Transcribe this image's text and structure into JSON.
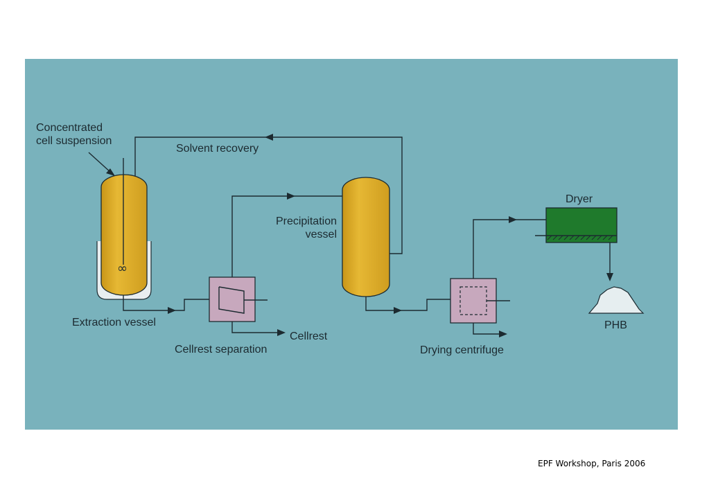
{
  "diagram": {
    "labels": {
      "concentrated_line1": "Concentrated",
      "concentrated_line2": "cell suspension",
      "solvent_recovery": "Solvent recovery",
      "precipitation_line1": "Precipitation",
      "precipitation_line2": "vessel",
      "extraction_vessel": "Extraction vessel",
      "cellrest": "Cellrest",
      "cellrest_separation": "Cellrest separation",
      "drying_centrifuge": "Drying centrifuge",
      "dryer": "Dryer",
      "phb": "PHB"
    },
    "colors": {
      "background": "#79b2bc",
      "vessel": "#e1b12a",
      "unit": "#c7a8bd",
      "dryer": "#1f7a2c",
      "product": "#e6eef0"
    }
  },
  "footer": {
    "text": "EPF Workshop, Paris 2006"
  }
}
